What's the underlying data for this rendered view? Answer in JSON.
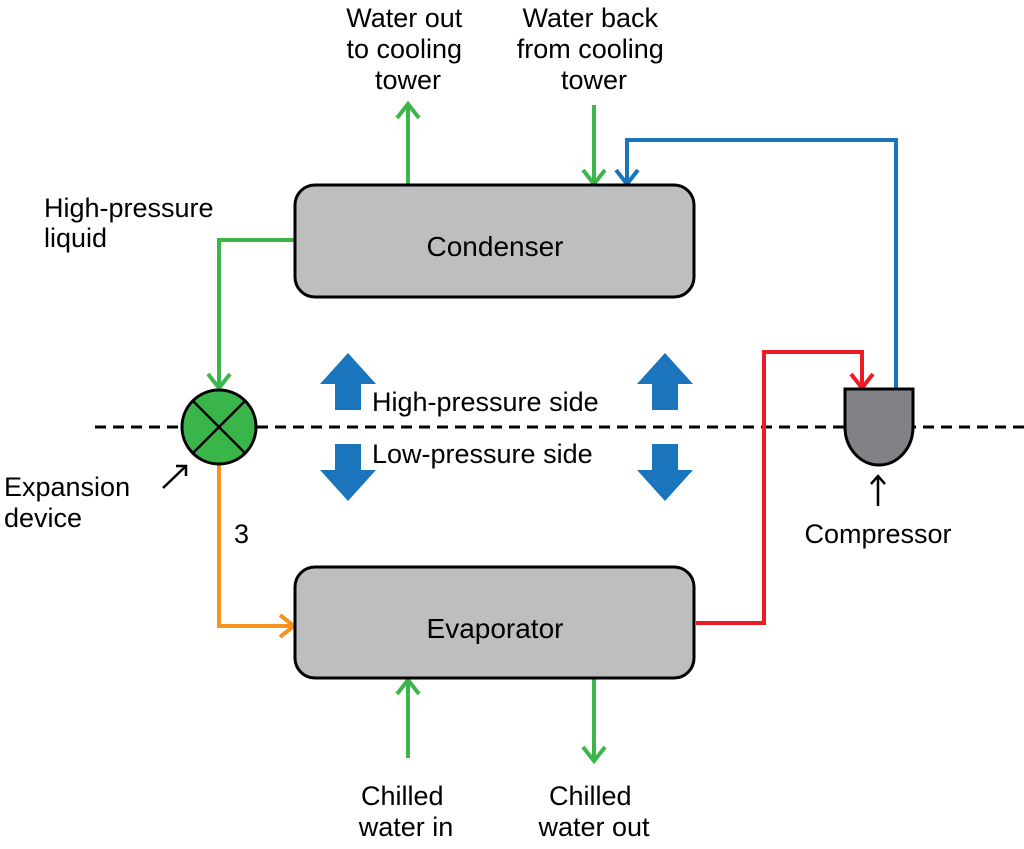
{
  "components": {
    "condenser": "Condenser",
    "evaporator": "Evaporator",
    "expansion_device": [
      "Expansion",
      "device"
    ],
    "compressor": "Compressor"
  },
  "labels": {
    "water_out": [
      "Water out",
      "to cooling",
      "tower"
    ],
    "water_back": [
      "Water back",
      "from cooling",
      "tower"
    ],
    "high_pressure_liquid": [
      "High-pressure",
      "liquid"
    ],
    "high_pressure_side": "High-pressure side",
    "low_pressure_side": "Low-pressure side",
    "state_point": "3",
    "chilled_water_in": [
      "Chilled",
      "water in"
    ],
    "chilled_water_out": [
      "Chilled",
      "water out"
    ]
  },
  "colors": {
    "water": "#3cb54a",
    "high_pressure_liquid": "#3cb54a",
    "low_pressure_mix": "#f7931e",
    "suction_vapor": "#ed1c24",
    "discharge_vapor": "#1b75bc",
    "pressure_arrows": "#1b75bc",
    "vessel_fill": "#bcbec0",
    "compressor_fill": "#808285",
    "expansion_fill": "#39b54a"
  }
}
